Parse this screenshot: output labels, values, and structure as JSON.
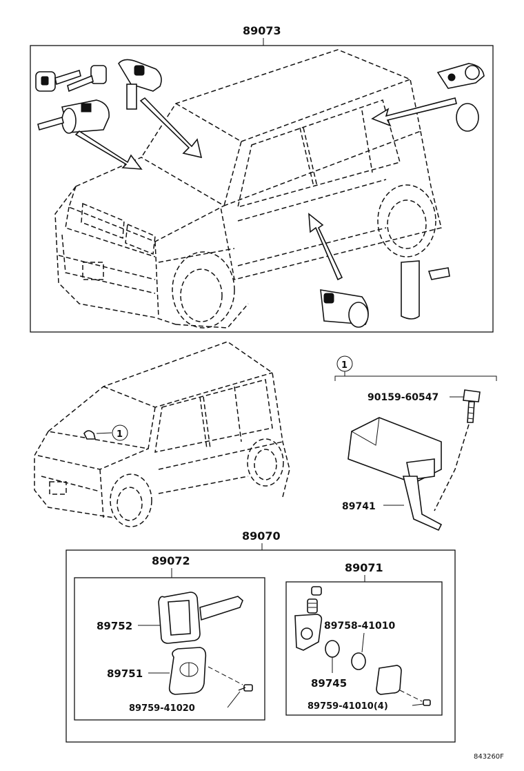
{
  "assembly_top": "89073",
  "assembly_main": "89070",
  "assembly_key": "89072",
  "assembly_cyl": "89071",
  "ref_marker": "1",
  "parts": {
    "bolt": "90159-60547",
    "ecu": "89741",
    "key_blank": "89752",
    "key_plate": "89751",
    "screw_key": "89759-41020",
    "cyl_part": "89758-41010",
    "cap": "89745",
    "screw_cyl": "89759-41010(4)"
  },
  "figure_code": "843260F"
}
